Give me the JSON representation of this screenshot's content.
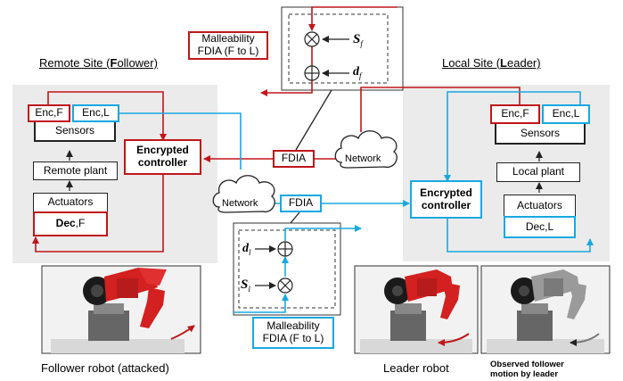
{
  "remote_site": {
    "title_pre": "Remote Site (",
    "title_bold": "F",
    "title_post": "ollower)"
  },
  "local_site": {
    "title_pre": "Local Site (",
    "title_bold": "L",
    "title_post": "eader)"
  },
  "follower": {
    "enc_f": "Enc,F",
    "enc_l": "Enc,L",
    "sensors": "Sensors",
    "plant": "Remote plant",
    "actuators": "Actuators",
    "dec_bold": "Dec",
    "dec_rest": ",F",
    "controller_line1": "Encrypted",
    "controller_line2": "controller"
  },
  "leader": {
    "enc_f": "Enc,F",
    "enc_l": "Enc,L",
    "sensors": "Sensors",
    "plant": "Local plant",
    "actuators": "Actuators",
    "dec": "Dec,L",
    "controller_line1": "Encrypted",
    "controller_line2": "controller"
  },
  "attack_top": {
    "label_line1": "Malleability",
    "label_line2": "FDIA (F to L)",
    "s_sym": "S",
    "s_sub": "f",
    "d_sym": "d",
    "d_sub": "f"
  },
  "attack_bottom": {
    "label_line1": "Malleability",
    "label_line2": "FDIA (F to L)",
    "s_sym": "S",
    "s_sub": "l",
    "d_sym": "d",
    "d_sub": "l"
  },
  "fdia_red": "FDIA",
  "fdia_blue": "FDIA",
  "network_right": "Network",
  "network_left": "Network",
  "captions": {
    "follower": "Follower robot (attacked)",
    "leader": "Leader robot",
    "observed_line1": "Observed follower",
    "observed_line2": "motion by leader"
  },
  "colors": {
    "red": "#c0161a",
    "blue": "#18a8e0",
    "panel": "#ebebeb"
  }
}
